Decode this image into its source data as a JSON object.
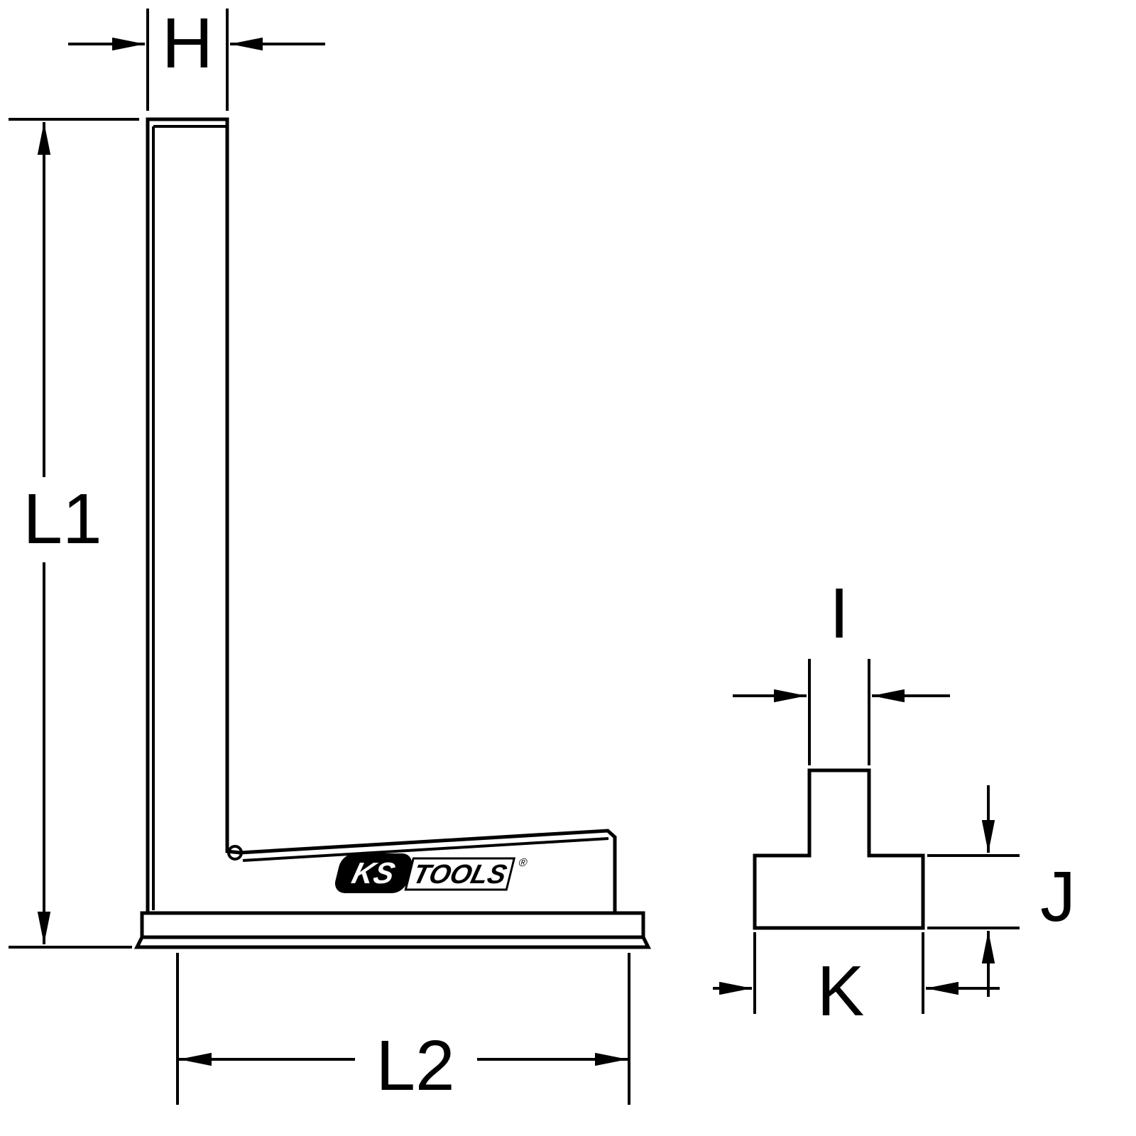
{
  "diagram": {
    "type": "technical-drawing",
    "description": "Dimensional line drawing of a flat back square (try square) with base flange: front view at left, base cross-section at right",
    "labels": {
      "h": "H",
      "l1": "L1",
      "l2": "L2",
      "i": "I",
      "j": "J",
      "k": "K"
    },
    "logo": {
      "ks": "KS",
      "tools": "TOOLS",
      "registered": "®"
    },
    "colors": {
      "line": "#000000",
      "background": "#ffffff",
      "logo_background": "#000000",
      "logo_text": "#ffffff"
    }
  }
}
